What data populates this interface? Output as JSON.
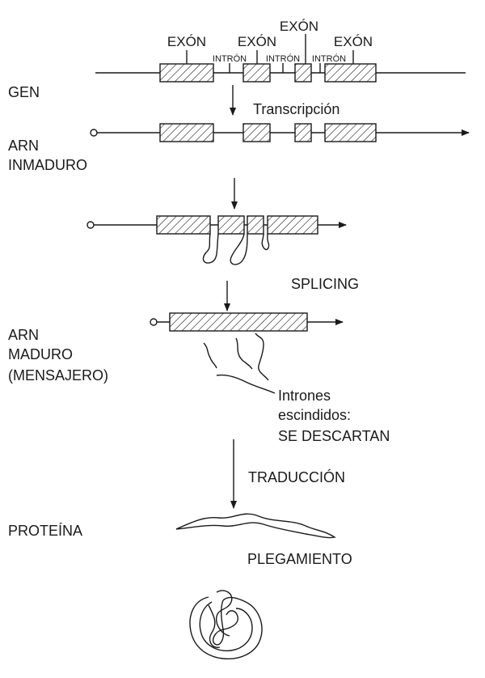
{
  "labels": {
    "gen": "GEN",
    "arn_inmaduro_1": "ARN",
    "arn_inmaduro_2": "INMADURO",
    "arn_maduro_1": "ARN",
    "arn_maduro_2": "MADURO",
    "arn_maduro_3": "(MENSAJERO)",
    "proteina": "PROTEÍNA"
  },
  "gene": {
    "exon_label": "EXÓN",
    "intron_label": "INTRÓN"
  },
  "steps": {
    "transcripcion": "Transcripción",
    "splicing": "SPLICING",
    "traduccion": "TRADUCCIÓN",
    "plegamiento": "PLEGAMIENTO"
  },
  "introns_note": {
    "line1": "Intrones",
    "line2": "escindidos:",
    "line3": "SE DESCARTAN"
  }
}
